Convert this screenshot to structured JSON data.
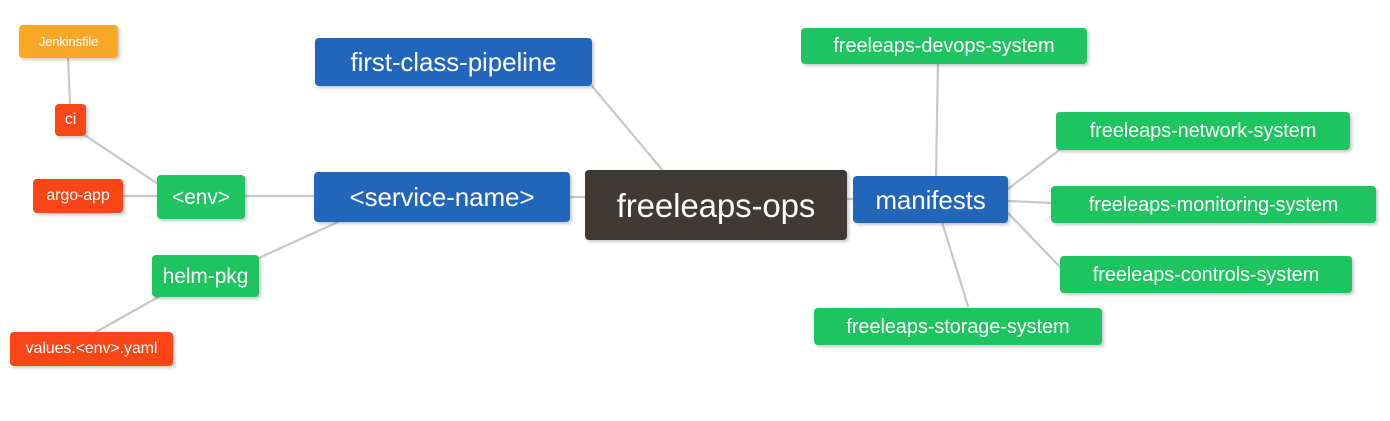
{
  "diagram": {
    "type": "mindmap",
    "title": "freeleaps-ops",
    "background_color": "#ffffff",
    "edge_color": "#c8c8c8",
    "palette": {
      "root": "#403a37",
      "blue": "#2166ba",
      "green": "#1ec45f",
      "red": "#fa4616",
      "amber": "#f9a825",
      "text": "#ffffff"
    }
  },
  "nodes": {
    "root": {
      "label": "freeleaps-ops",
      "color": "#403a37"
    },
    "service_name": {
      "label": "<service-name>",
      "color": "#2166ba"
    },
    "first_class_pipeline": {
      "label": "first-class-pipeline",
      "color": "#2166ba"
    },
    "manifests": {
      "label": "manifests",
      "color": "#2166ba"
    },
    "env": {
      "label": "<env>",
      "color": "#1ec45f"
    },
    "helm_pkg": {
      "label": "helm-pkg",
      "color": "#1ec45f"
    },
    "ci": {
      "label": "ci",
      "color": "#fa4616"
    },
    "argo_app": {
      "label": "argo-app",
      "color": "#fa4616"
    },
    "values_yaml": {
      "label": "values.<env>.yaml",
      "color": "#fa4616"
    },
    "jenkinsfile": {
      "label": "Jenkinsfile",
      "color": "#f9a825"
    },
    "devops_system": {
      "label": "freeleaps-devops-system",
      "color": "#1ec45f"
    },
    "network_system": {
      "label": "freeleaps-network-system",
      "color": "#1ec45f"
    },
    "monitoring_system": {
      "label": "freeleaps-monitoring-system",
      "color": "#1ec45f"
    },
    "controls_system": {
      "label": "freeleaps-controls-system",
      "color": "#1ec45f"
    },
    "storage_system": {
      "label": "freeleaps-storage-system",
      "color": "#1ec45f"
    }
  },
  "edges": [
    {
      "from": "root",
      "to": "service_name"
    },
    {
      "from": "root",
      "to": "first_class_pipeline"
    },
    {
      "from": "root",
      "to": "manifests"
    },
    {
      "from": "service_name",
      "to": "env"
    },
    {
      "from": "service_name",
      "to": "helm_pkg"
    },
    {
      "from": "env",
      "to": "ci"
    },
    {
      "from": "env",
      "to": "argo_app"
    },
    {
      "from": "ci",
      "to": "jenkinsfile"
    },
    {
      "from": "helm_pkg",
      "to": "values_yaml"
    },
    {
      "from": "manifests",
      "to": "devops_system"
    },
    {
      "from": "manifests",
      "to": "network_system"
    },
    {
      "from": "manifests",
      "to": "monitoring_system"
    },
    {
      "from": "manifests",
      "to": "controls_system"
    },
    {
      "from": "manifests",
      "to": "storage_system"
    }
  ]
}
